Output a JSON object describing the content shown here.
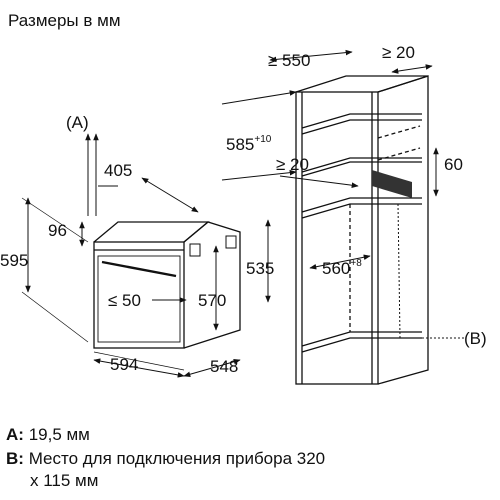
{
  "title": "Размеры в мм",
  "markers": {
    "a": "(A)",
    "b": "(B)"
  },
  "oven": {
    "depth": "405",
    "top_offset": "96",
    "height": "595",
    "gap": "≤ 50",
    "inner_height": "570",
    "width": "594",
    "depth_total": "548"
  },
  "cabinet": {
    "width_min": "≥ 550",
    "back_gap": "≥ 20",
    "depth": "585",
    "depth_tol": "+10",
    "vent_gap": "≥ 20",
    "vent_height": "60",
    "niche_height": "535",
    "niche_width": "560",
    "niche_width_tol": "+8"
  },
  "legend": {
    "a_key": "A:",
    "a_text": "19,5 мм",
    "b_key": "B:",
    "b_text_line1": "Место для подключения прибора 320",
    "b_text_line2": "x 115 мм"
  }
}
